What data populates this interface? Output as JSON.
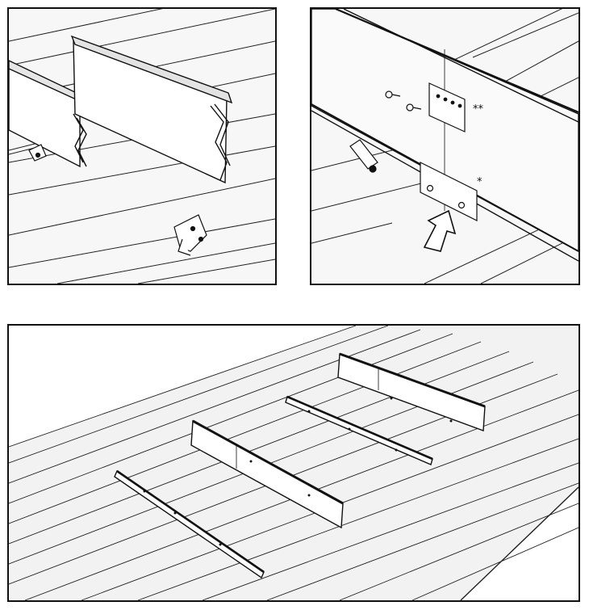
{
  "panels": [
    {
      "id": "A",
      "description_visible": false
    },
    {
      "id": "B",
      "callouts": {
        "plate_marker": "**",
        "bracket_marker": "*"
      }
    },
    {
      "id": "C"
    }
  ],
  "colors": {
    "line": "#111111",
    "panel_fill": "#f7f7f7",
    "sheet_fill": "#f0f0f0",
    "guard_face": "#ffffff"
  }
}
